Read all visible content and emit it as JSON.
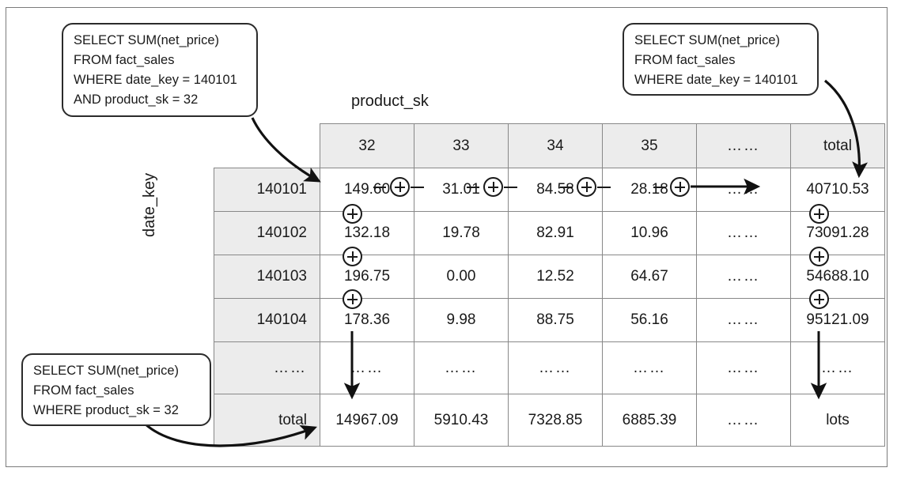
{
  "diagram": {
    "column_axis_label": "product_sk",
    "row_axis_label": "date_key"
  },
  "callouts": {
    "cell_query": {
      "name": "single-cell-query",
      "lines": [
        "SELECT SUM(net_price)",
        "FROM fact_sales",
        "WHERE date_key = 140101",
        "AND product_sk = 32"
      ]
    },
    "row_total_query": {
      "name": "row-total-query",
      "lines": [
        "SELECT SUM(net_price)",
        "FROM fact_sales",
        "WHERE date_key = 140101"
      ]
    },
    "column_total_query": {
      "name": "column-total-query",
      "lines": [
        "SELECT SUM(net_price)",
        "FROM fact_sales",
        "WHERE product_sk = 32"
      ]
    }
  },
  "chart_data": {
    "type": "table",
    "title": "",
    "xlabel": "product_sk",
    "ylabel": "date_key",
    "columns": [
      "32",
      "33",
      "34",
      "35",
      "……",
      "total"
    ],
    "rows": [
      "140101",
      "140102",
      "140103",
      "140104",
      "……",
      "total"
    ],
    "values": [
      [
        "149.60",
        "31.01",
        "84.58",
        "28.18",
        "……",
        "40710.53"
      ],
      [
        "132.18",
        "19.78",
        "82.91",
        "10.96",
        "……",
        "73091.28"
      ],
      [
        "196.75",
        "0.00",
        "12.52",
        "64.67",
        "……",
        "54688.10"
      ],
      [
        "178.36",
        "9.98",
        "88.75",
        "56.16",
        "……",
        "95121.09"
      ],
      [
        "……",
        "……",
        "……",
        "……",
        "……",
        "……"
      ],
      [
        "14967.09",
        "5910.43",
        "7328.85",
        "6885.39",
        "……",
        "lots"
      ]
    ]
  },
  "colors": {
    "header_fill": "#ececec",
    "grid_line": "#888888",
    "ink": "#1a1a1a",
    "frame": "#7b7b7b"
  }
}
